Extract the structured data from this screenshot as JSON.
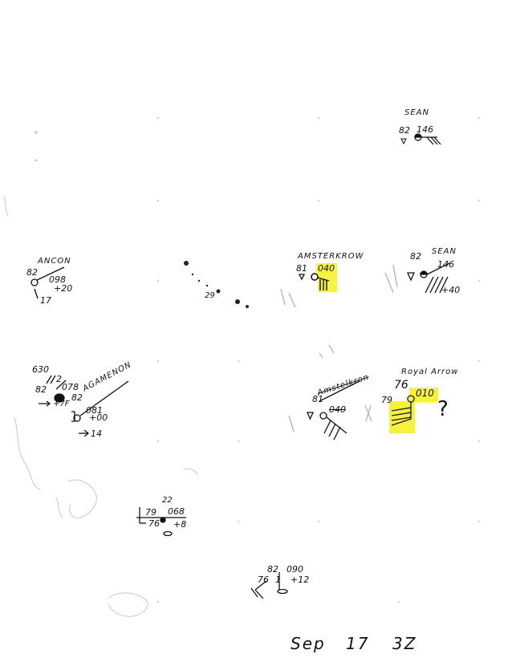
{
  "stations": {
    "sean_top": {
      "name": "SEAN",
      "temp": "82",
      "pressure": "146"
    },
    "ancon": {
      "name": "ANCON",
      "temp": "82",
      "pressure": "098",
      "tendency": "+20",
      "extra": "17"
    },
    "amsterkron_top": {
      "name": "AMSTERKROW",
      "temp": "81",
      "pressure": "040"
    },
    "sean_mid": {
      "name": "SEAN",
      "temp": "82",
      "pressure": "146",
      "tendency": "+40"
    },
    "small_29": {
      "name": "29"
    },
    "agamenon": {
      "prefix": "630",
      "wind_marker": "2",
      "temp": "82",
      "pressure": "078",
      "extra_a": "82",
      "extra_b": "+7F",
      "name": "AGAMENON",
      "pressure2": "081",
      "tendency": "+00",
      "visibility": "14"
    },
    "amstelkron_bot": {
      "name": "Amstelkron",
      "temp": "81",
      "pressure": "040"
    },
    "royal_arrow": {
      "name": "Royal Arrow",
      "temp": "76",
      "dewpoint": "79",
      "pressure": "010",
      "question": "?"
    },
    "station_lower": {
      "wind_marker": "22",
      "temp": "79",
      "pressure": "068",
      "dewpoint": "76",
      "tendency": "+8"
    },
    "station_bottom": {
      "temp": "82",
      "pressure": "090",
      "dewpoint": "76",
      "visibility": "1",
      "tendency": "+12"
    }
  },
  "footer": {
    "date": "Sep",
    "day": "17",
    "time": "3Z"
  },
  "colors": {
    "ink": "#111111",
    "highlight": "#f5f238",
    "faint": "#9a9a9a"
  }
}
